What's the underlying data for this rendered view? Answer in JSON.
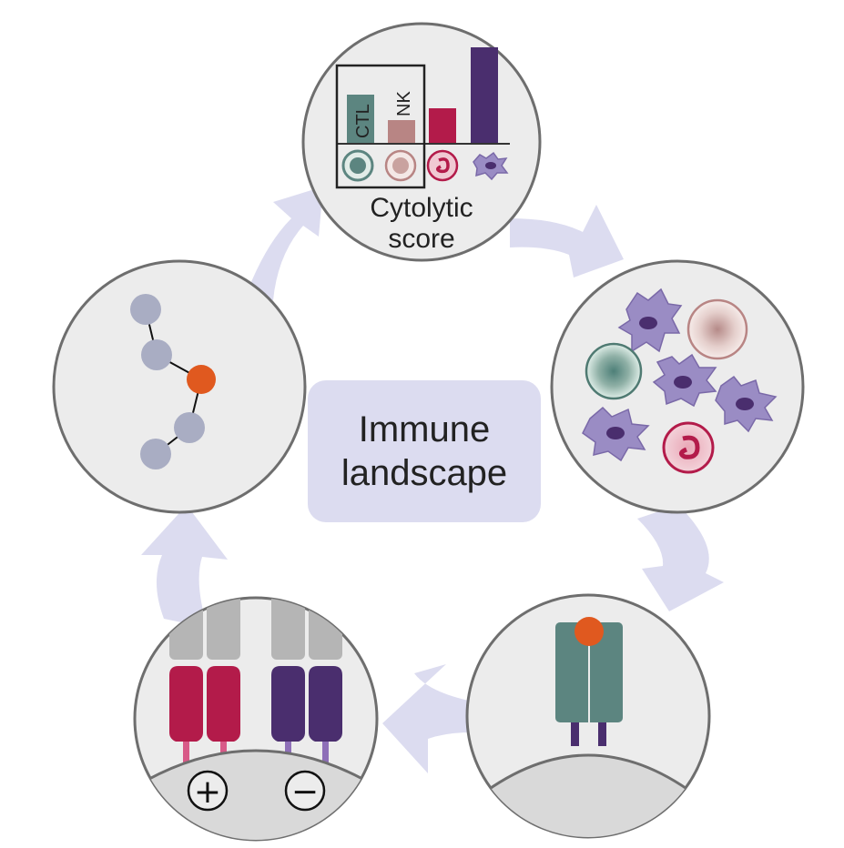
{
  "center": {
    "line1": "Immune",
    "line2": "landscape"
  },
  "cytolytic_panel": {
    "bar_label_1": "CTL",
    "bar_label_2": "NK",
    "caption_line1": "Cytolytic",
    "caption_line2": "score"
  },
  "signal_panel": {
    "plus_symbol": "+",
    "minus_symbol": "−"
  },
  "colors": {
    "arrow": "#dcdcf0",
    "circle_fill": "#ececec",
    "circle_stroke": "#6e6e6e",
    "teal": "#5c8580",
    "rose": "#b88584",
    "crimson": "#b31b4a",
    "purple": "#4a2e6e",
    "node_grey": "#a9adc3",
    "node_orange": "#e0591f"
  },
  "icons": [
    "cycle-arrow",
    "t-cell-icon",
    "nk-cell-icon",
    "neutrophil-icon",
    "macrophage-icon",
    "receptor-icon",
    "ligand-icon"
  ]
}
